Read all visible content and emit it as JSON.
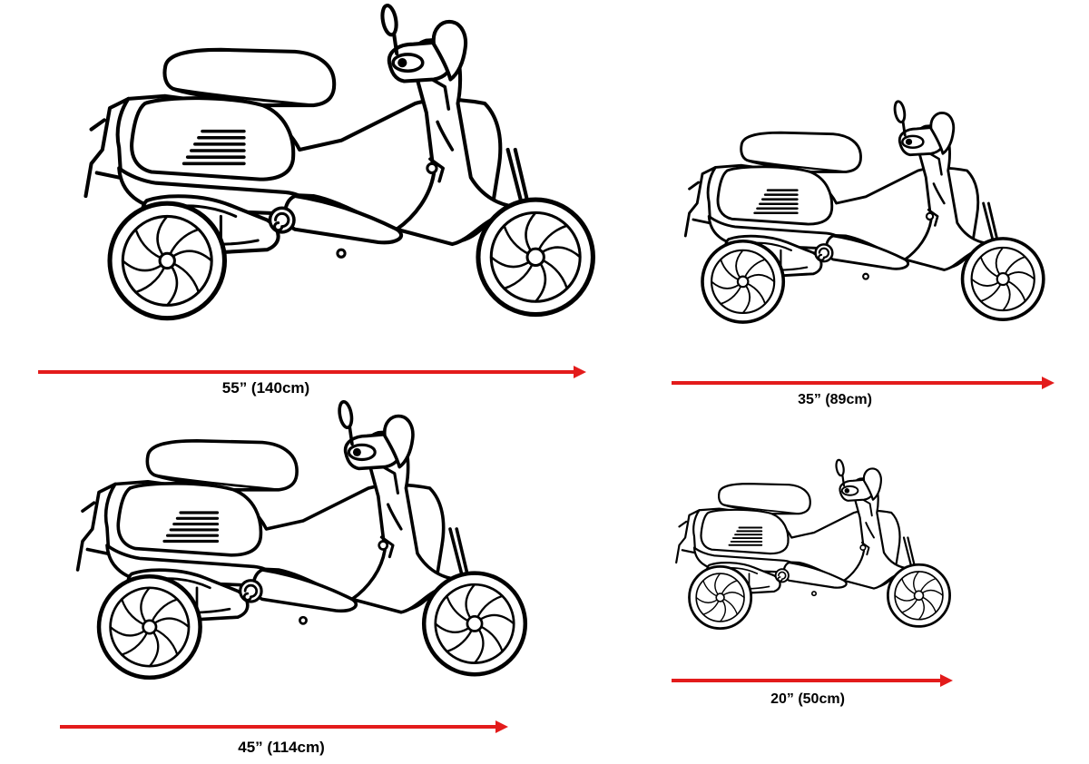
{
  "colors": {
    "arrow": "#e31b1b",
    "line": "#000000",
    "background": "#ffffff"
  },
  "variants": [
    {
      "id": "xl",
      "label": "55” (140cm)",
      "icon": "scooter-icon"
    },
    {
      "id": "l",
      "label": "45” (114cm)",
      "icon": "scooter-icon"
    },
    {
      "id": "m",
      "label": "35” (89cm)",
      "icon": "scooter-icon"
    },
    {
      "id": "s",
      "label": "20” (50cm)",
      "icon": "scooter-icon"
    }
  ]
}
